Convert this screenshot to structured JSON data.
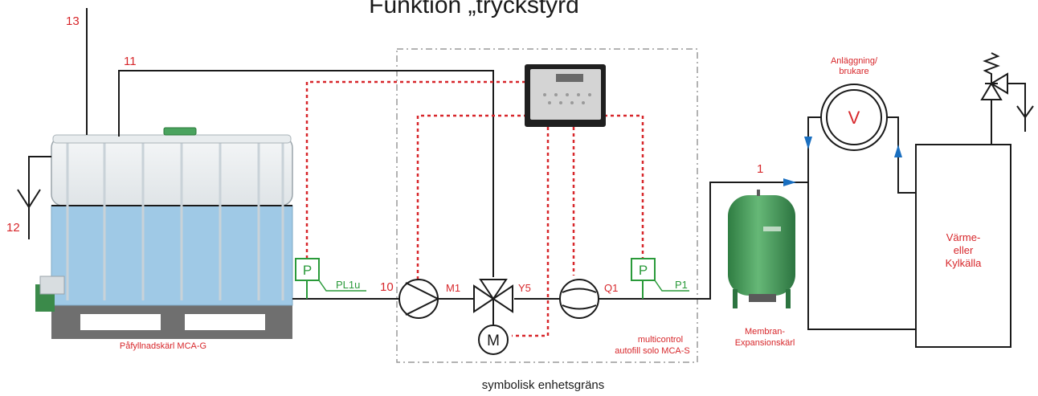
{
  "title": "Funktion „tryckstyrd",
  "numbers": {
    "n13": "13",
    "n11": "11",
    "n12": "12",
    "n10": "10",
    "n1": "1"
  },
  "components": {
    "tank_label": "Påfyllnadskärl MCA-G",
    "pressure_symbol": "P",
    "pl1u": "PL1u",
    "p1": "P1",
    "m1": "M1",
    "y5": "Y5",
    "q1": "Q1",
    "motor_symbol": "M",
    "unit_label_line1": "multicontrol",
    "unit_label_line2": "autofill solo MCA-S",
    "consumer_line1": "Anläggning/",
    "consumer_line2": "brukare",
    "consumer_symbol": "V",
    "vessel_line1": "Membran-",
    "vessel_line2": "Expansionskärl",
    "source_line1": "Värme-",
    "source_line2": "eller",
    "source_line3": "Kylkälla"
  },
  "boundary_caption": "symbolisk enhetsgräns",
  "colors": {
    "pipe": "#1a1a1a",
    "signal": "#d7262a",
    "sensor": "#2a9a3a",
    "water": "#9fc9e6",
    "vessel": "#3f9a55",
    "flow_arrow": "#1a6fc0"
  }
}
